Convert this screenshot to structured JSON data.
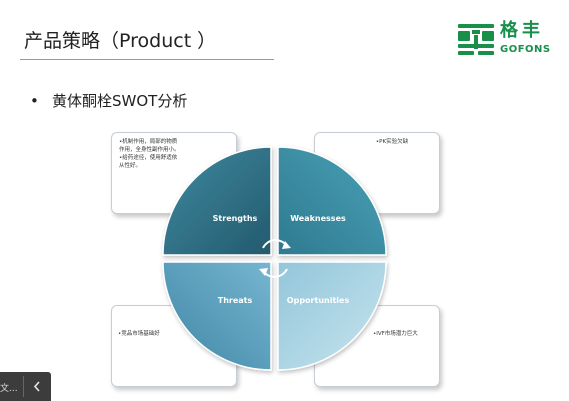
{
  "slide": {
    "title": "产品策略（Product ）",
    "bullet": "黄体酮栓SWOT分析"
  },
  "logo": {
    "cn": "格丰",
    "en": "GOFONS",
    "color": "#19904a"
  },
  "swot": {
    "strengths": "Strengths",
    "weaknesses": "Weaknesses",
    "threats": "Threats",
    "opportunities": "Opportunities"
  },
  "notes": {
    "top_left": [
      "•机制作用，局部的物质",
      "作用，全身性副作用小。",
      "•给药途径，使用舒适依",
      "从性好。"
    ],
    "top_right": "•PK实验欠缺",
    "bottom_left": "•竞品市场基础好",
    "bottom_right": "•IVF市场潜力巨大"
  },
  "nav": {
    "text": "文..."
  },
  "colors": {
    "strengths": "#2d6e84",
    "weaknesses": "#3a8ea3",
    "threats": "#5fa2c0",
    "opportunities": "#a9d3e1"
  }
}
